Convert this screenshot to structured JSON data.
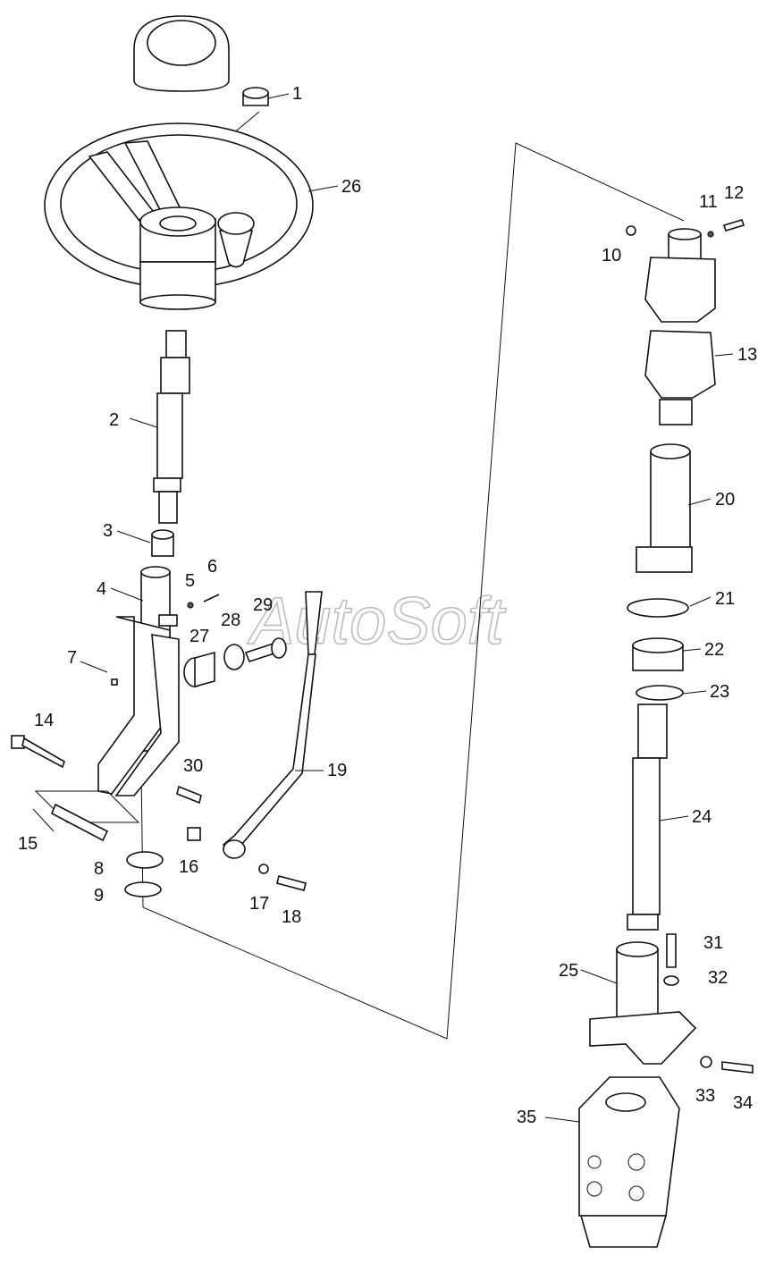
{
  "watermark": "AutoSoft",
  "callouts": [
    {
      "id": "c1",
      "text": "1"
    },
    {
      "id": "c2",
      "text": "2"
    },
    {
      "id": "c3",
      "text": "3"
    },
    {
      "id": "c4",
      "text": "4"
    },
    {
      "id": "c5",
      "text": "5"
    },
    {
      "id": "c6",
      "text": "6"
    },
    {
      "id": "c7",
      "text": "7"
    },
    {
      "id": "c8",
      "text": "8"
    },
    {
      "id": "c9",
      "text": "9"
    },
    {
      "id": "c10",
      "text": "10"
    },
    {
      "id": "c11",
      "text": "11"
    },
    {
      "id": "c12",
      "text": "12"
    },
    {
      "id": "c13",
      "text": "13"
    },
    {
      "id": "c14",
      "text": "14"
    },
    {
      "id": "c15",
      "text": "15"
    },
    {
      "id": "c16",
      "text": "16"
    },
    {
      "id": "c17",
      "text": "17"
    },
    {
      "id": "c18",
      "text": "18"
    },
    {
      "id": "c19",
      "text": "19"
    },
    {
      "id": "c20",
      "text": "20"
    },
    {
      "id": "c21",
      "text": "21"
    },
    {
      "id": "c22",
      "text": "22"
    },
    {
      "id": "c23",
      "text": "23"
    },
    {
      "id": "c24",
      "text": "24"
    },
    {
      "id": "c25",
      "text": "25"
    },
    {
      "id": "c26",
      "text": "26"
    },
    {
      "id": "c27",
      "text": "27"
    },
    {
      "id": "c28",
      "text": "28"
    },
    {
      "id": "c29",
      "text": "29"
    },
    {
      "id": "c30",
      "text": "30"
    },
    {
      "id": "c31",
      "text": "31"
    },
    {
      "id": "c32",
      "text": "32"
    },
    {
      "id": "c33",
      "text": "33"
    },
    {
      "id": "c34",
      "text": "34"
    },
    {
      "id": "c35",
      "text": "35"
    }
  ]
}
